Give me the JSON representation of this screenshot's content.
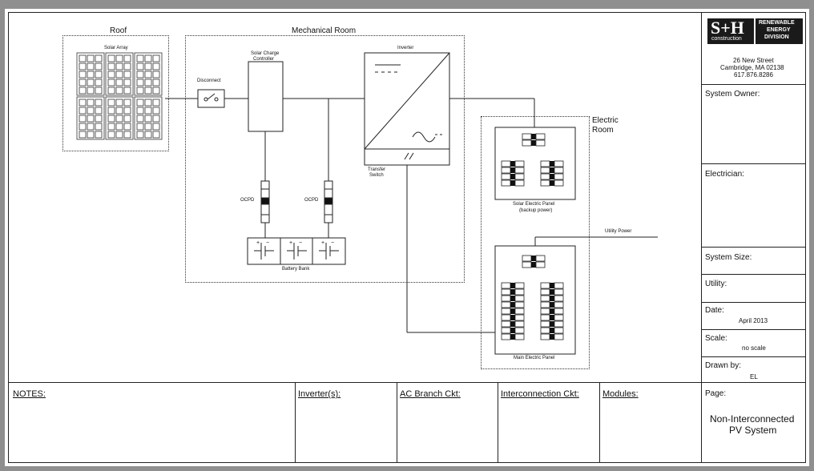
{
  "diagram": {
    "roof_label": "Roof",
    "solar_array_label": "Solar Array",
    "mech_room_label": "Mechanical Room",
    "disconnect_label": "Disconnect",
    "charge_controller_label_1": "Solar Charge",
    "charge_controller_label_2": "Controller",
    "inverter_label": "Inverter",
    "transfer_switch_label_1": "Transfer",
    "transfer_switch_label_2": "Switch",
    "ocpd_label_left": "OCPD",
    "ocpd_label_right": "OCPD",
    "battery_bank_label": "Battery Bank",
    "electric_room_label_1": "Electric",
    "electric_room_label_2": "Room",
    "solar_panel_label_1": "Solar Electric Panel",
    "solar_panel_label_2": "(backup power)",
    "utility_power_label": "Utility Power",
    "main_panel_label": "Main Electric Panel",
    "battery_plus": "+",
    "battery_minus": "−"
  },
  "titleblock": {
    "logo_mark": "S+H",
    "logo_sub": "construction",
    "division_1": "RENEWABLE",
    "division_2": "ENERGY",
    "division_3": "DIVISION",
    "address_1": "26 New Street",
    "address_2": "Cambridge, MA 02138",
    "phone": "617.876.8286",
    "system_owner_label": "System Owner:",
    "electrician_label": "Electrician:",
    "system_size_label": "System Size:",
    "utility_label": "Utility:",
    "date_label": "Date:",
    "date_value": "April 2013",
    "scale_label": "Scale:",
    "scale_value": "no scale",
    "drawn_by_label": "Drawn by:",
    "drawn_by_value": "EL",
    "page_label": "Page:",
    "page_title_1": "Non-Interconnected",
    "page_title_2": "PV System"
  },
  "bottom": {
    "notes_label": "NOTES:",
    "inverters_label": "Inverter(s):",
    "ac_branch_label": "AC Branch Ckt:",
    "interconnection_label": "Interconnection Ckt:",
    "modules_label": "Modules:"
  }
}
